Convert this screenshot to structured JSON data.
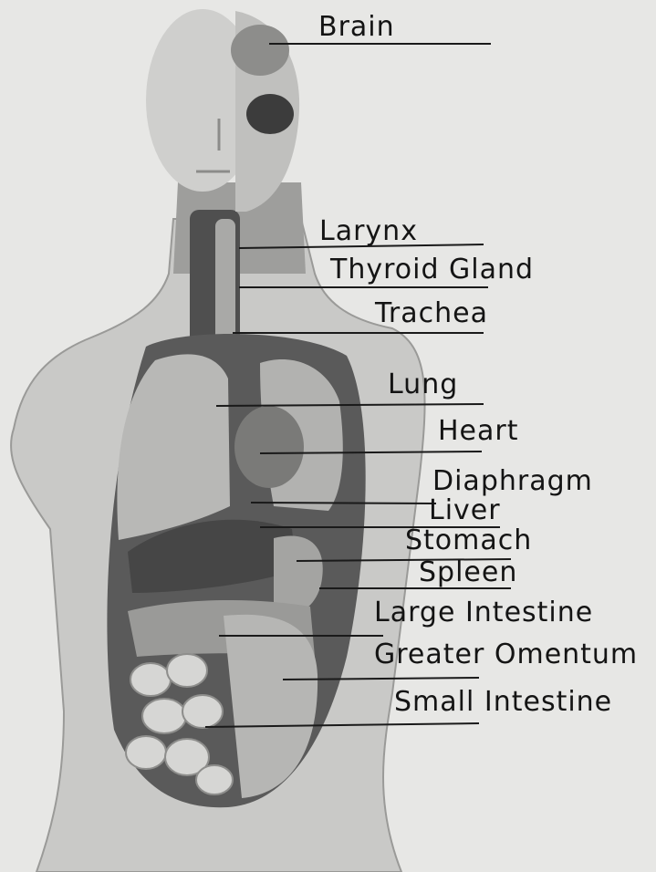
{
  "labels": {
    "brain": "Brain",
    "larynx": "Larynx",
    "thyroid_gland": "Thyroid Gland",
    "trachea": "Trachea",
    "lung": "Lung",
    "heart": "Heart",
    "diaphragm": "Diaphragm",
    "liver": "Liver",
    "stomach": "Stomach",
    "spleen": "Spleen",
    "large_intestine": "Large Intestine",
    "greater_omentum": "Greater Omentum",
    "small_intestine": "Small Intestine"
  },
  "colors": {
    "background": "#e7e7e5",
    "skin": "#c9c9c7",
    "organ_light": "#bdbdbb",
    "organ_dark": "#4e4e4e",
    "ink": "#141414"
  }
}
